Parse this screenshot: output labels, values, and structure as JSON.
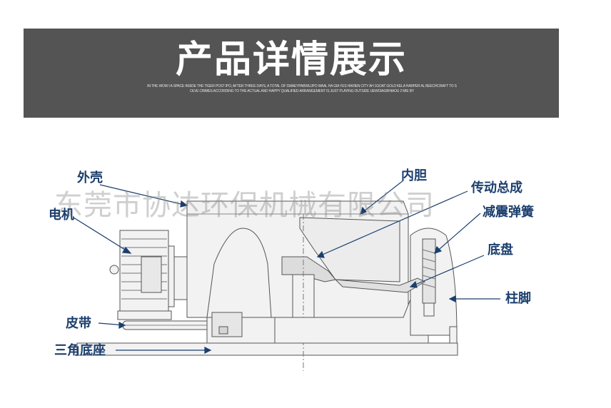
{
  "banner": {
    "title": "产品详情展示",
    "subtitle_line1": "IN THE WOW I A SPACE INSIDE THE TIGER POST IPO, AFTER THREE DAYS, A TOTAL OF SWAEYPABWUJPO WAAL HA GIA YES HARIEN CITY AH 1GOAT GOLD KELA HARPER AL BEECHCRAFT TO S",
    "subtitle_line2": "OLVE CRIMES ACCORDING TO THE ACTUAL AND HAPPY QUALIFIED ARRANGEMENT IS JUST PLAYING OUTSIDE UEWOIAGBHIAOU 2 MIE BY",
    "background_color": "#545454"
  },
  "watermark": "东莞市协达环保机械有限公司",
  "labels": {
    "outer_shell": "外壳",
    "motor": "电机",
    "belt": "皮带",
    "triangle_base": "三角底座",
    "inner_drum": "内胆",
    "drive_assembly": "传动总成",
    "damping_spring": "减震弹簧",
    "base_plate": "底盘",
    "pillar_foot": "柱脚"
  },
  "colors": {
    "label_text": "#1c3f6e",
    "machine_fill": "#f2f2f2",
    "machine_line": "#555555"
  }
}
